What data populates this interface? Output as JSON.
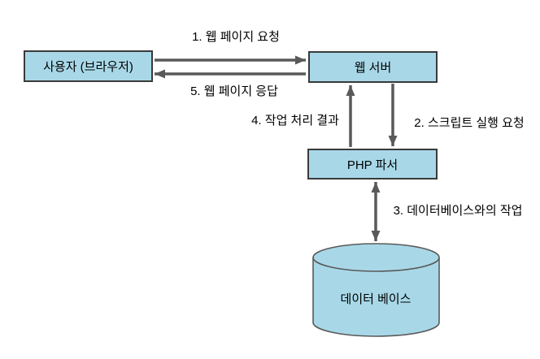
{
  "diagram": {
    "type": "flow-diagram",
    "language": "ko",
    "nodes": [
      {
        "id": "user",
        "shape": "rect",
        "label": "사용자 (브라우저)"
      },
      {
        "id": "web_server",
        "shape": "rect",
        "label": "웹 서버"
      },
      {
        "id": "php_parser",
        "shape": "rect",
        "label": "PHP 파서"
      },
      {
        "id": "database",
        "shape": "cylinder",
        "label": "데이터 베이스"
      }
    ],
    "edges": [
      {
        "step": 1,
        "from": "user",
        "to": "web_server",
        "direction": "right",
        "bidirectional": false,
        "label": "1. 웹 페이지 요청"
      },
      {
        "step": 2,
        "from": "web_server",
        "to": "php_parser",
        "direction": "down",
        "bidirectional": false,
        "label": "2. 스크립트 실행 요청"
      },
      {
        "step": 3,
        "from": "php_parser",
        "to": "database",
        "direction": "down",
        "bidirectional": true,
        "label": "3. 데이터베이스와의 작업"
      },
      {
        "step": 4,
        "from": "php_parser",
        "to": "web_server",
        "direction": "up",
        "bidirectional": false,
        "label": "4. 작업 처리 결과"
      },
      {
        "step": 5,
        "from": "web_server",
        "to": "user",
        "direction": "left",
        "bidirectional": false,
        "label": "5. 웹 페이지 응답"
      }
    ],
    "colors": {
      "background": "#ffffff",
      "node_fill": "#a8d8e8",
      "node_border": "#3a3a3a",
      "cylinder_border": "#595959",
      "arrow": "#595959",
      "label_text": "#000000"
    }
  }
}
